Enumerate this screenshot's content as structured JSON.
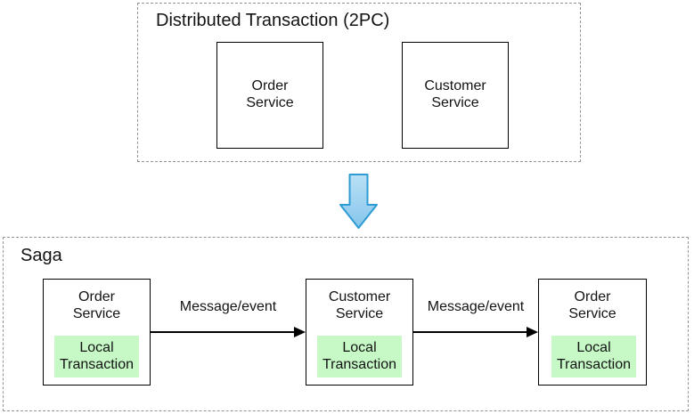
{
  "diagram": {
    "top_group": {
      "title": "Distributed Transaction (2PC)",
      "boxes": [
        {
          "label": "Order\nService"
        },
        {
          "label": "Customer\nService"
        }
      ]
    },
    "bottom_group": {
      "title": "Saga",
      "nodes": [
        {
          "service": "Order\nService",
          "local": "Local\nTransaction"
        },
        {
          "service": "Customer\nService",
          "local": "Local\nTransaction"
        },
        {
          "service": "Order\nService",
          "local": "Local\nTransaction"
        }
      ],
      "edges": [
        {
          "label": "Message/event"
        },
        {
          "label": "Message/event"
        }
      ]
    },
    "colors": {
      "local_transaction_fill": "#C7F9C7",
      "arrow_fill_top": "#B9E0F5",
      "arrow_fill_bottom": "#86C6EC",
      "arrow_stroke": "#2E9BD5",
      "dashed_border": "#949494",
      "solid_border": "#000000"
    }
  }
}
